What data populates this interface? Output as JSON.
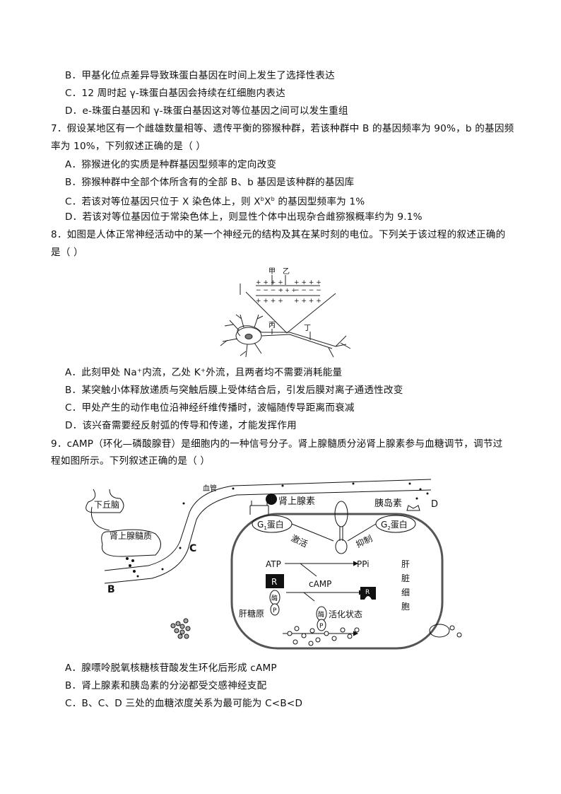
{
  "q6": {
    "B": "B．甲基化位点差异导致珠蛋白基因在时间上发生了选择性表达",
    "C": "C．12 周时起 γ-珠蛋白基因会持续在红细胞内表达",
    "D": "D．e-珠蛋白基因和  γ-珠蛋白基因这对等位基因之间可以发生重组"
  },
  "q7": {
    "stem1": "7．假设某地区有一个雌雄数量相等、遗传平衡的猕猴种群，若该种群中 B 的基因频率为 90%，b 的基因频",
    "stem2": "率为 10%，下列叙述正确的是（    ）",
    "A": "A．猕猴进化的实质是种群基因型频率的定向改变",
    "B": "B．猕猴种群中全部个体所含有的全部 B、b 基因是该种群的基因库",
    "C_pre": "C．若该对等位基因只位于 X 染色体上，则 X",
    "C_sup1": "b",
    "C_mid": "X",
    "C_sup2": "b",
    "C_post": " 的基因型频率为 1%",
    "D": "D．若该对等位基因位于常染色体上，则显性个体中出现杂合雌猕猴概率约为 9.1%"
  },
  "q8": {
    "stem1": "8．如图是人体正常神经活动中的某一个神经元的结构及其在某时刻的电位。下列关于该过程的叙述正确的",
    "stem2": "是（      ）",
    "figure": {
      "jia": "甲",
      "yi": "乙",
      "bing": "丙",
      "ding": "丁",
      "plus_row": "+ + + +",
      "minus_row": "− − − −",
      "mid_plus": "+ + +"
    },
    "A": "A．此刻甲处 Na⁺内流，乙处 K⁺外流，且两者均不需要消耗能量",
    "B": "B．某突触小体释放递质与突触后膜上受体结合后，引发后膜对离子通透性改变",
    "C": "C．甲处产生的动作电位沿神经纤维传播时，波幅随传导距离而衰减",
    "D": "D．该兴奋需要经反射弧的传导和传递，才能发挥作用"
  },
  "q9": {
    "stem1": "9．cAMP（环化—磷酸腺苷）是细胞内的一种信号分子。肾上腺髓质分泌肾上腺素参与血糖调节，调节过",
    "stem2": "程如图所示。下列叙述正确的是（    ）",
    "figure": {
      "hypothalamus": "下丘脑",
      "adrenal_medulla": "肾上腺髓质",
      "blood_vessel": "血管",
      "label_B": "B",
      "label_C": "C",
      "label_D": "D",
      "epinephrine": "肾上腺素",
      "insulin": "胰岛素",
      "g1": "G",
      "g1_sub": "1",
      "g2": "G",
      "g2_sub": "2",
      "protein": "蛋白",
      "activate": "激活",
      "inhibit": "抑制",
      "atp": "ATP",
      "ppi": "PPi",
      "camp": "cAMP",
      "r": "R",
      "enzyme": "酶",
      "p": "P",
      "activated_state": "活化状态",
      "liver_glycogen": "肝糖原",
      "liver_cell": [
        "肝",
        "脏",
        "细",
        "胞"
      ]
    },
    "A": "A．腺嘌呤脱氧核糖核苷酸发生环化后形成 cAMP",
    "B": "B．肾上腺素和胰岛素的分泌都受交感神经支配",
    "C": "C．B、C、D 三处的血糖浓度关系为最可能为 C<B<D"
  }
}
